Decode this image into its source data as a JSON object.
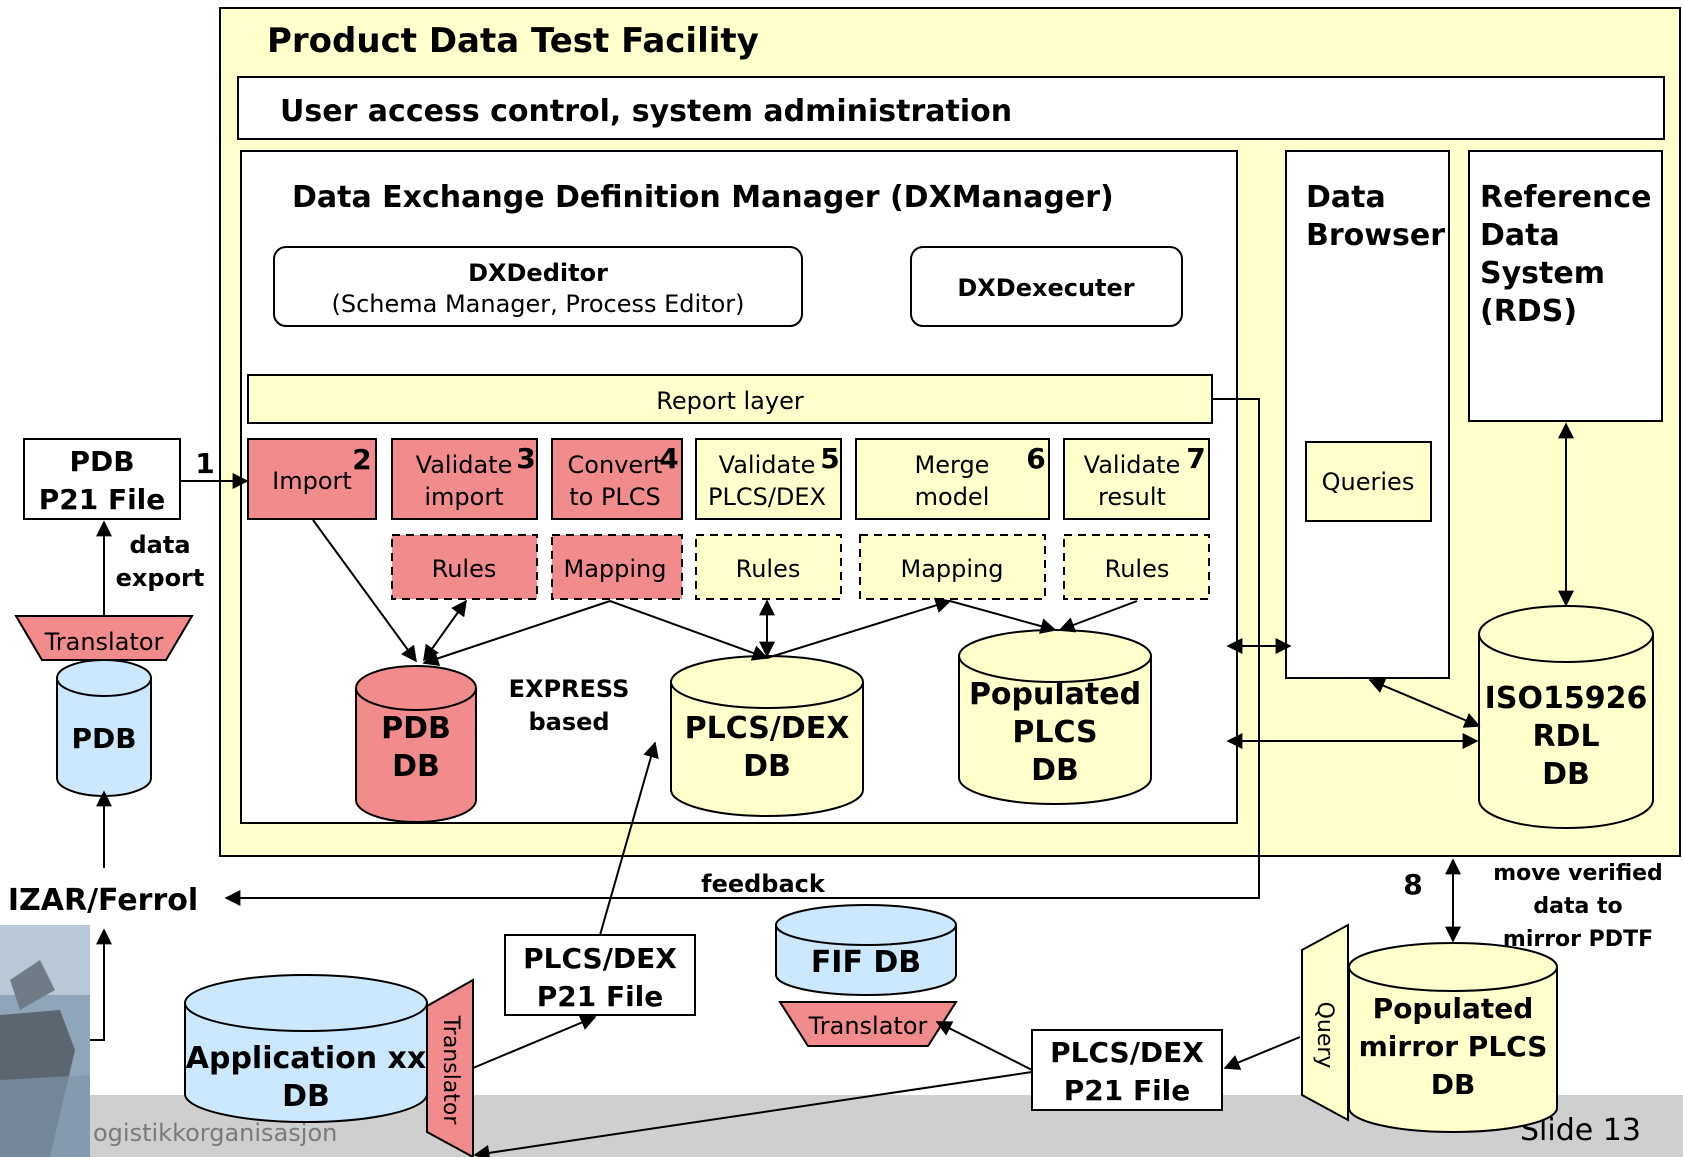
{
  "colors": {
    "facility_fill": "#ffffcc",
    "module_yellow": "#ffffcc",
    "module_red": "#f28c8c",
    "pdb_blue": "#cce8ff",
    "footer_gray": "#c9c9c9"
  },
  "facility": {
    "title": "Product Data Test Facility",
    "access_control": "User access control, system administration"
  },
  "dxmanager": {
    "title": "Data Exchange Definition Manager (DXManager)",
    "editor_title": "DXDeditor",
    "editor_subtitle": "(Schema Manager, Process Editor)",
    "executer": "DXDexecuter",
    "report_layer": "Report layer",
    "steps": [
      {
        "line1": "Import",
        "line2": "",
        "num": "2"
      },
      {
        "line1": "Validate",
        "line2": "import",
        "num": "3"
      },
      {
        "line1": "Convert",
        "line2": "to PLCS",
        "num": "4"
      },
      {
        "line1": "Validate",
        "line2": "PLCS/DEX",
        "num": "5"
      },
      {
        "line1": "Merge",
        "line2": "model",
        "num": "6"
      },
      {
        "line1": "Validate",
        "line2": "result",
        "num": "7"
      }
    ],
    "rules": [
      "Rules",
      "Mapping",
      "Rules",
      "Mapping",
      "Rules"
    ],
    "express_label": [
      "EXPRESS",
      "based"
    ],
    "pdb_db": [
      "PDB",
      "DB"
    ],
    "plcs_dex_db": [
      "PLCS/DEX",
      "DB"
    ],
    "populated_db": [
      "Populated",
      "PLCS",
      "DB"
    ]
  },
  "data_browser": {
    "title": [
      "Data",
      "Browser"
    ],
    "queries": "Queries"
  },
  "rds": {
    "title": [
      "Reference",
      "Data",
      "System",
      "(RDS)"
    ],
    "db": [
      "ISO15926",
      "RDL",
      "DB"
    ]
  },
  "left": {
    "pdb_file": [
      "PDB",
      "P21 File"
    ],
    "step1": "1",
    "data_export": [
      "data",
      "export"
    ],
    "translator": "Translator",
    "pdb": "PDB",
    "izar": "IZAR/Ferrol"
  },
  "bottom": {
    "feedback": "feedback",
    "plcs_file_upper": [
      "PLCS/DEX",
      "P21 File"
    ],
    "fif_db": "FIF DB",
    "fif_translator": "Translator",
    "app_db": [
      "Application xx",
      "DB"
    ],
    "app_translator": "Translator",
    "plcs_file_lower": [
      "PLCS/DEX",
      "P21 File"
    ],
    "query": "Query",
    "mirror_db": [
      "Populated",
      "mirror PLCS",
      "DB"
    ],
    "step8": "8",
    "move_verified": [
      "move verified",
      "data to",
      "mirror PDTF"
    ]
  },
  "footer": {
    "org_text": "ogistikkorganisasjon",
    "slide": "Slide 13"
  }
}
